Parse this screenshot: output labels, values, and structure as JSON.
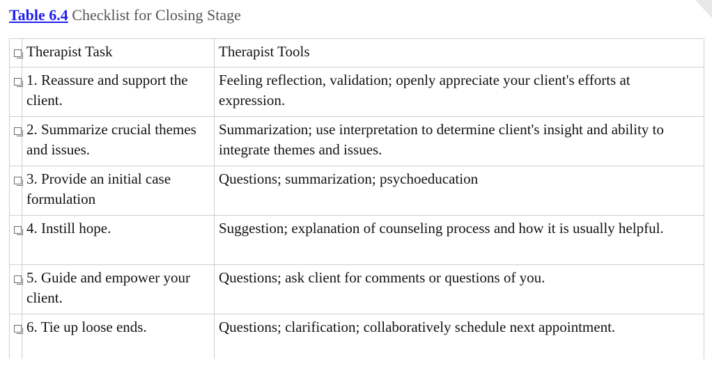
{
  "caption": {
    "link_label": "Table 6.4",
    "title": "Checklist for Closing Stage"
  },
  "colors": {
    "link": "#2020ee",
    "caption_text": "#555555",
    "border": "#cfcfcf",
    "body_text": "#121212",
    "page_curl": "#e8e8e8"
  },
  "table": {
    "marker_icon": "small-square-placeholder-icon",
    "headers": {
      "marker": "",
      "task": "Therapist Task",
      "tools": "Therapist Tools"
    },
    "rows": [
      {
        "task": "1. Reassure and support the client.",
        "tools": "Feeling reflection, validation; openly appreciate your client's efforts at expression."
      },
      {
        "task": "2. Summarize crucial themes and issues.",
        "tools": "Summarization; use interpretation to determine client's insight and ability to integrate themes and issues."
      },
      {
        "task": "3. Provide an initial case formulation",
        "tools": "Questions; summarization; psychoeducation"
      },
      {
        "task": "4. Instill hope.",
        "tools": "Suggestion; explanation of counseling process and how it is usually helpful."
      },
      {
        "task": "5. Guide and empower your client.",
        "tools": "Questions; ask client for comments or questions of you."
      },
      {
        "task": "6. Tie up loose ends.",
        "tools": "Questions; clarification; collaboratively schedule next appointment."
      }
    ]
  }
}
